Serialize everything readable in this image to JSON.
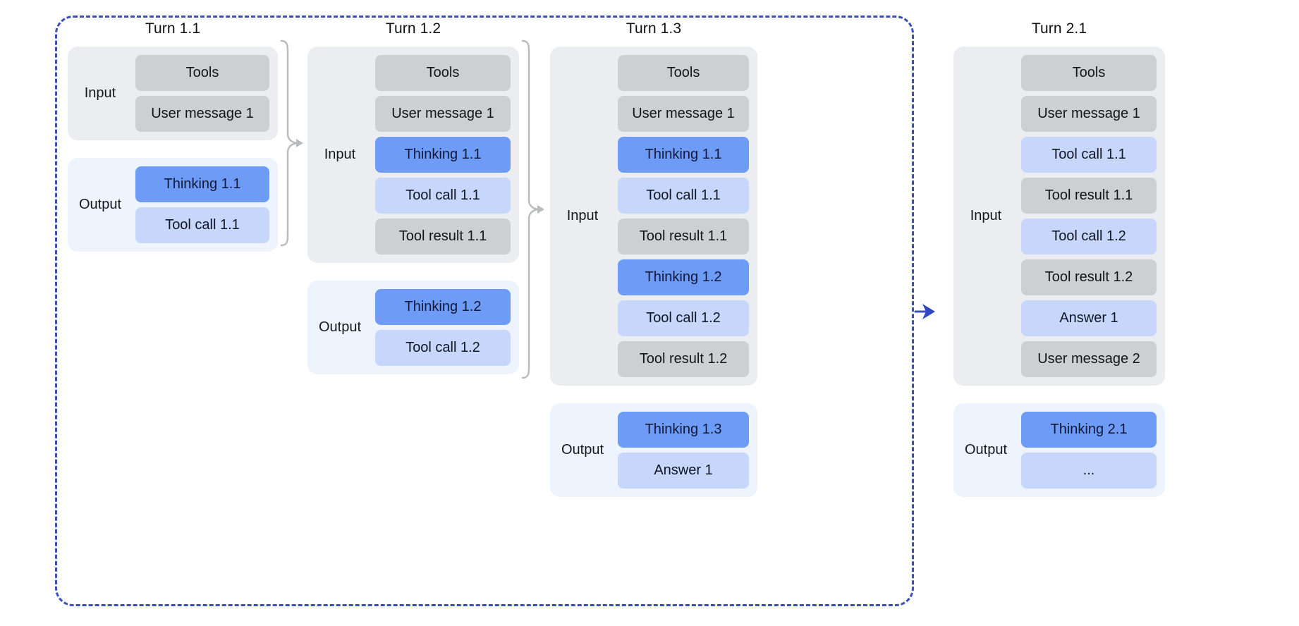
{
  "diagram": {
    "title_hidden": "",
    "colors": {
      "accent_blue": "#6d9bf6",
      "light_blue": "#c7d7fb",
      "gray_chip": "#cdcfd2",
      "input_panel": "#ebedf0",
      "output_panel": "#eef4fd",
      "dashed_border": "#3a50b8",
      "bracket_gray": "#b8babd"
    },
    "labels": {
      "input": "Input",
      "output": "Output"
    },
    "columns": [
      {
        "title": "Turn 1.1",
        "input": {
          "label": "Input",
          "items": [
            {
              "text": "Tools",
              "kind": "gray"
            },
            {
              "text": "User message 1",
              "kind": "gray"
            }
          ]
        },
        "output": {
          "label": "Output",
          "items": [
            {
              "text": "Thinking 1.1",
              "kind": "blue"
            },
            {
              "text": "Tool call 1.1",
              "kind": "lightblue"
            }
          ]
        }
      },
      {
        "title": "Turn 1.2",
        "input": {
          "label": "Input",
          "items": [
            {
              "text": "Tools",
              "kind": "gray"
            },
            {
              "text": "User message 1",
              "kind": "gray"
            },
            {
              "text": "Thinking 1.1",
              "kind": "blue"
            },
            {
              "text": "Tool call 1.1",
              "kind": "lightblue"
            },
            {
              "text": "Tool result 1.1",
              "kind": "gray"
            }
          ]
        },
        "output": {
          "label": "Output",
          "items": [
            {
              "text": "Thinking 1.2",
              "kind": "blue"
            },
            {
              "text": "Tool call 1.2",
              "kind": "lightblue"
            }
          ]
        }
      },
      {
        "title": "Turn 1.3",
        "input": {
          "label": "Input",
          "items": [
            {
              "text": "Tools",
              "kind": "gray"
            },
            {
              "text": "User message 1",
              "kind": "gray"
            },
            {
              "text": "Thinking 1.1",
              "kind": "blue"
            },
            {
              "text": "Tool call 1.1",
              "kind": "lightblue"
            },
            {
              "text": "Tool result 1.1",
              "kind": "gray"
            },
            {
              "text": "Thinking 1.2",
              "kind": "blue"
            },
            {
              "text": "Tool call 1.2",
              "kind": "lightblue"
            },
            {
              "text": "Tool result 1.2",
              "kind": "gray"
            }
          ]
        },
        "output": {
          "label": "Output",
          "items": [
            {
              "text": "Thinking 1.3",
              "kind": "blue"
            },
            {
              "text": "Answer 1",
              "kind": "lightblue"
            }
          ]
        }
      },
      {
        "title": "Turn 2.1",
        "input": {
          "label": "Input",
          "items": [
            {
              "text": "Tools",
              "kind": "gray"
            },
            {
              "text": "User message 1",
              "kind": "gray"
            },
            {
              "text": "Tool call 1.1",
              "kind": "lightblue"
            },
            {
              "text": "Tool result 1.1",
              "kind": "gray"
            },
            {
              "text": "Tool call 1.2",
              "kind": "lightblue"
            },
            {
              "text": "Tool result 1.2",
              "kind": "gray"
            },
            {
              "text": "Answer 1",
              "kind": "lightblue"
            },
            {
              "text": "User message 2",
              "kind": "gray"
            }
          ]
        },
        "output": {
          "label": "Output",
          "items": [
            {
              "text": "Thinking 2.1",
              "kind": "blue"
            },
            {
              "text": "...",
              "kind": "lightblue"
            }
          ]
        }
      }
    ],
    "connectors": [
      {
        "name": "bracket-turn-1-1-to-1-2",
        "from": "Turn 1.1",
        "to": "Turn 1.2",
        "style": "curly-bracket-arrow"
      },
      {
        "name": "bracket-turn-1-2-to-1-3",
        "from": "Turn 1.2",
        "to": "Turn 1.3",
        "style": "curly-bracket-arrow"
      },
      {
        "name": "arrow-turn-1-to-turn-2",
        "from": "Turn 1.3",
        "to": "Turn 2.1",
        "style": "blue-arrow"
      }
    ]
  }
}
